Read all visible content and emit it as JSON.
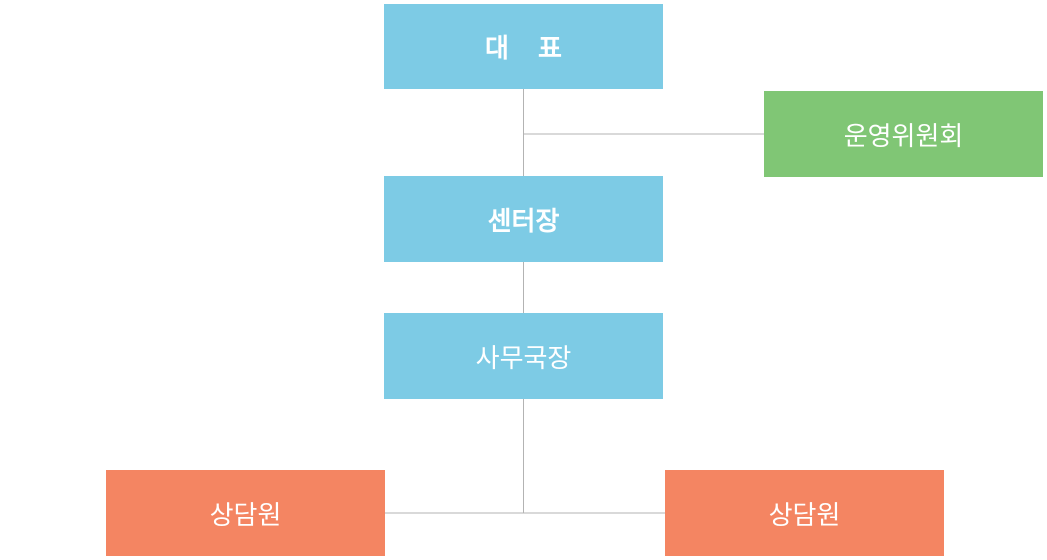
{
  "org_chart": {
    "ceo": {
      "label": "대 표",
      "color": "#7dcbe5"
    },
    "committee": {
      "label": "운영위원회",
      "color": "#80c675"
    },
    "director": {
      "label": "센터장",
      "color": "#7dcbe5"
    },
    "secretary_general": {
      "label": "사무국장",
      "color": "#7dcbe5"
    },
    "counselors": [
      {
        "label": "상담원",
        "color": "#f48562"
      },
      {
        "label": "상담원",
        "color": "#f48562"
      }
    ],
    "line_color": "#b3b3b3"
  }
}
